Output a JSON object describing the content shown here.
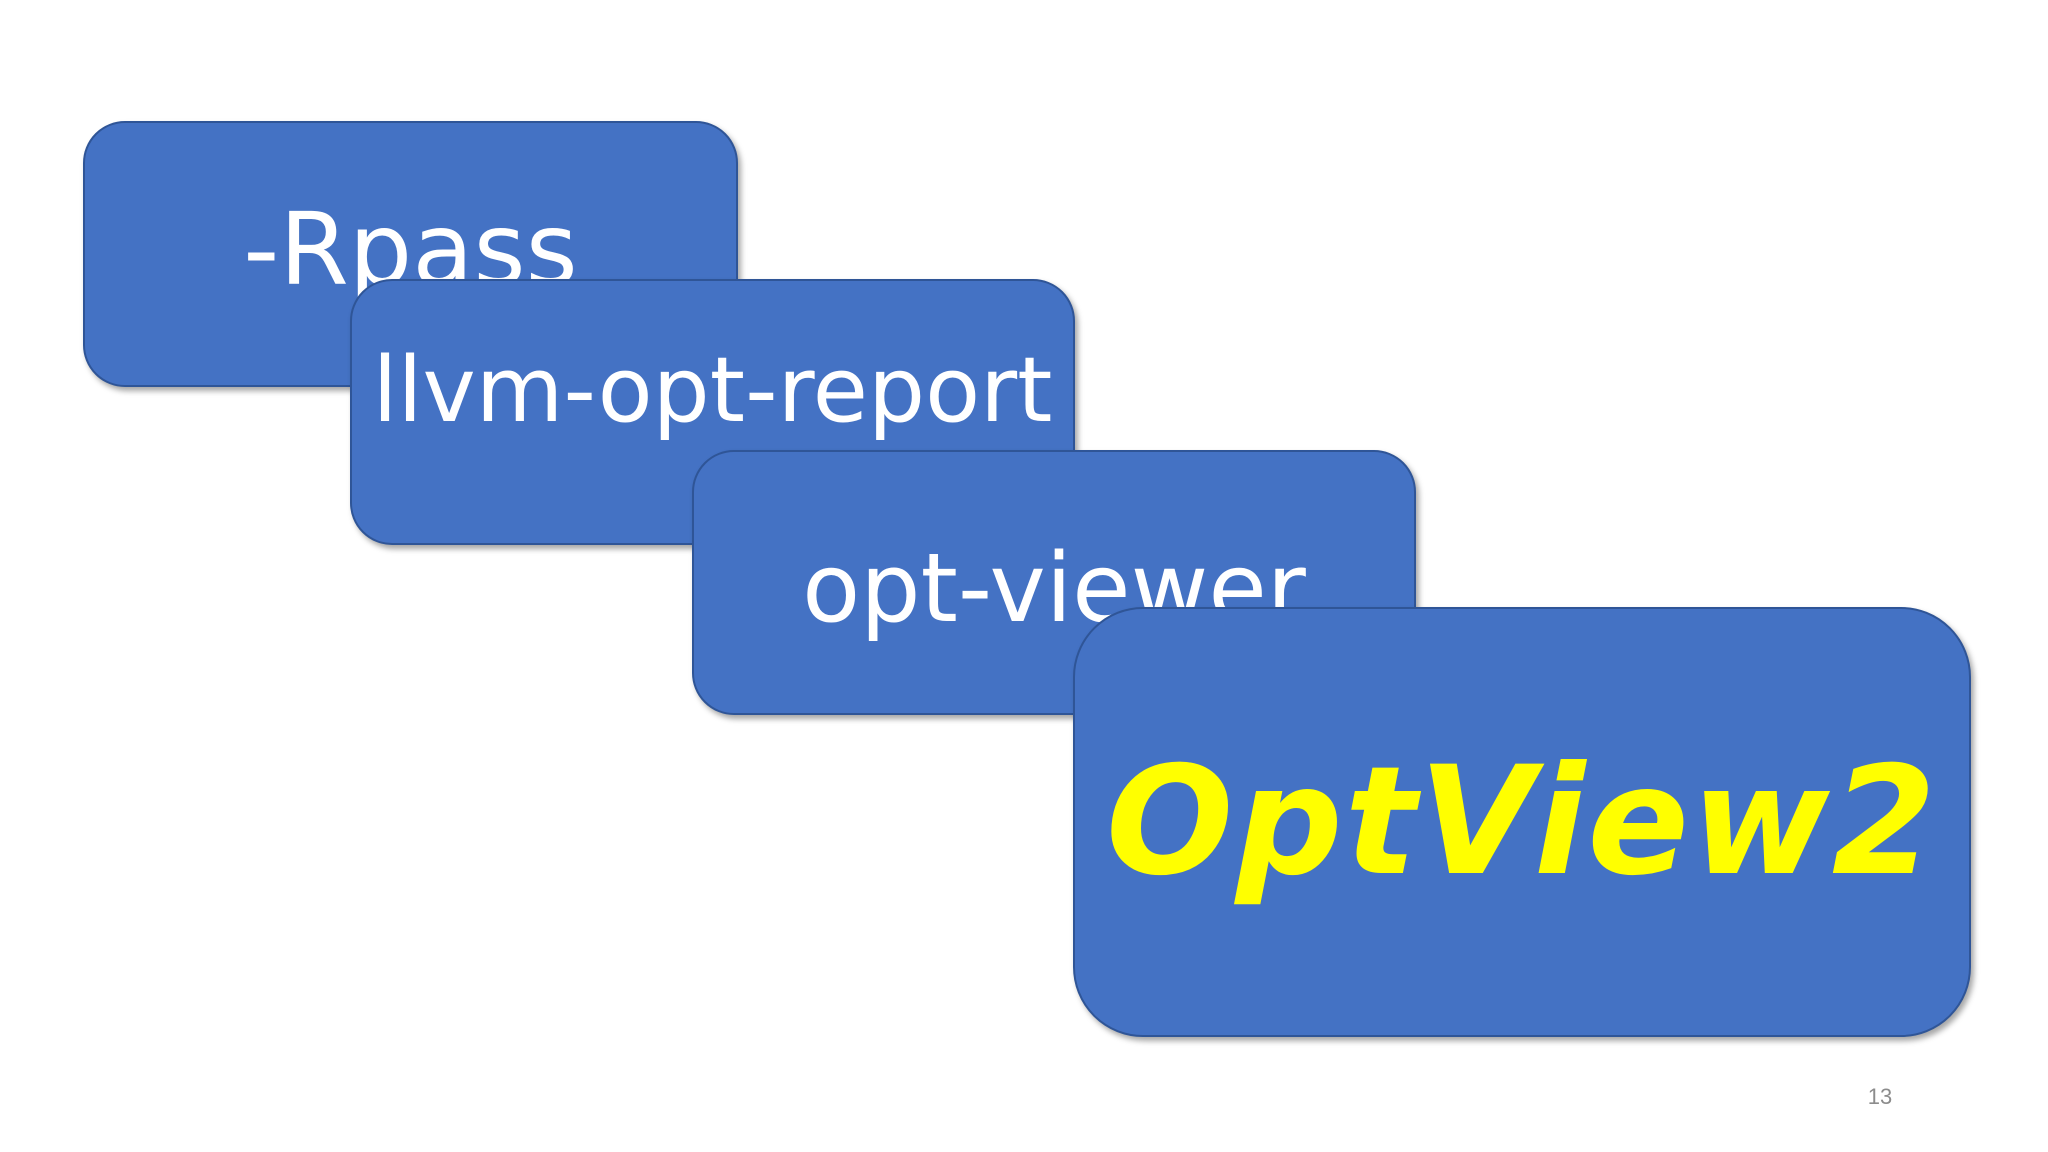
{
  "slide": {
    "boxes": [
      {
        "label": "-Rpass"
      },
      {
        "label": "llvm-opt-report"
      },
      {
        "label": "opt-viewer"
      },
      {
        "label": "OptView2"
      }
    ],
    "page_number": "13"
  },
  "colors": {
    "box_fill": "#4472C4",
    "box_border": "#2F5597",
    "label_text": "#FFFFFF",
    "highlight_text": "#FFFF00"
  }
}
